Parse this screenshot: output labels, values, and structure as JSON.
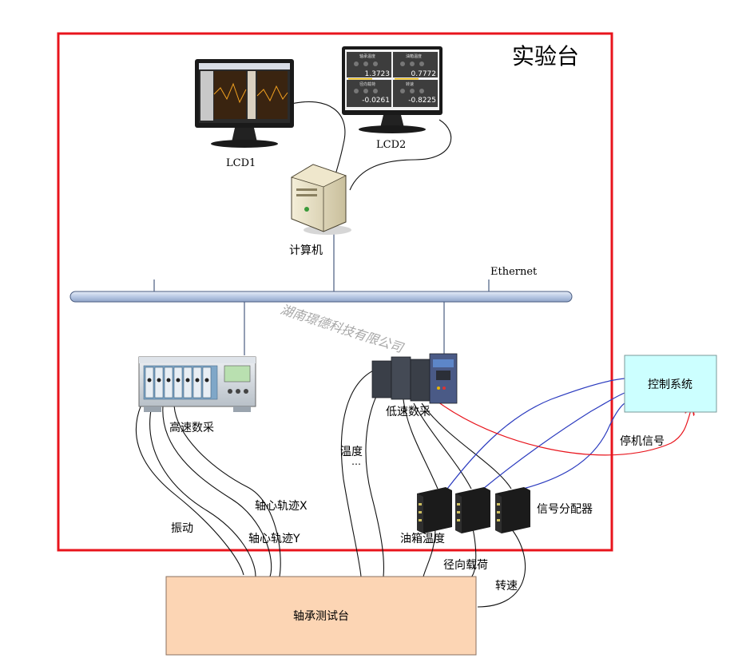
{
  "colors": {
    "frame": "#e8141c",
    "control_fill": "#ccffff",
    "bench_fill": "#fcd5b4",
    "bus": "#c5d3ea",
    "link_blue": "#2b3bbf",
    "link_red": "#e8141c"
  },
  "labels": {
    "lab_title": "实验台",
    "lcd1": "LCD1",
    "lcd2": "LCD2",
    "computer": "计算机",
    "ethernet": "Ethernet",
    "high_speed_daq": "高速数采",
    "low_speed_daq": "低速数采",
    "control_system": "控制系统",
    "stop_signal": "停机信号",
    "signal_splitter": "信号分配器",
    "temperature": "温度",
    "temperature_more": "…",
    "axis_orbit_x": "轴心轨迹X",
    "axis_orbit_y": "轴心轨迹Y",
    "vibration": "振动",
    "oil_tank_temp": "油箱温度",
    "radial_load": "径向载荷",
    "speed": "转速",
    "bearing_test_rig": "轴承测试台",
    "watermark": "湖南璟德科技有限公司"
  },
  "lcd2_screen": {
    "values": [
      "1.3723",
      "0.7772",
      "-0.0261",
      "-0.8225"
    ],
    "captions": [
      "轴承温度",
      "油箱温度",
      "径向载荷",
      "转速"
    ]
  },
  "icons": {
    "monitor": "monitor-icon",
    "tower": "computer-tower-icon",
    "daq_high": "high-speed-daq-icon",
    "daq_low": "low-speed-daq-icon",
    "splitter": "signal-splitter-icon"
  }
}
